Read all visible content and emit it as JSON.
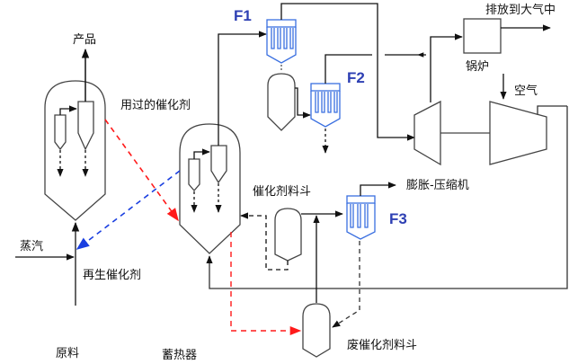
{
  "diagram": {
    "title": "催化裂化装置能量回收流程",
    "labels": {
      "product": "产品",
      "used_catalyst": "用过的催化剂",
      "steam": "蒸汽",
      "regen_catalyst": "再生催化剂",
      "feedstock": "原料",
      "regenerator": "蓄热器",
      "catalyst_hopper": "催化剂料斗",
      "spent_catalyst_hopper": "废催化剂料斗",
      "expander_compressor": "膨胀-压缩机",
      "boiler": "锅炉",
      "vent_to_atmosphere": "排放到大气中",
      "air": "空气"
    },
    "filters": {
      "f1": "F1",
      "f2": "F2",
      "f3": "F3"
    },
    "colors": {
      "line": "#2b2b2b",
      "filter": "#3a6fe0",
      "tag": "#2d3fb3",
      "spent_flow": "#ff1a1a",
      "regen_flow": "#1a3fe0"
    }
  }
}
